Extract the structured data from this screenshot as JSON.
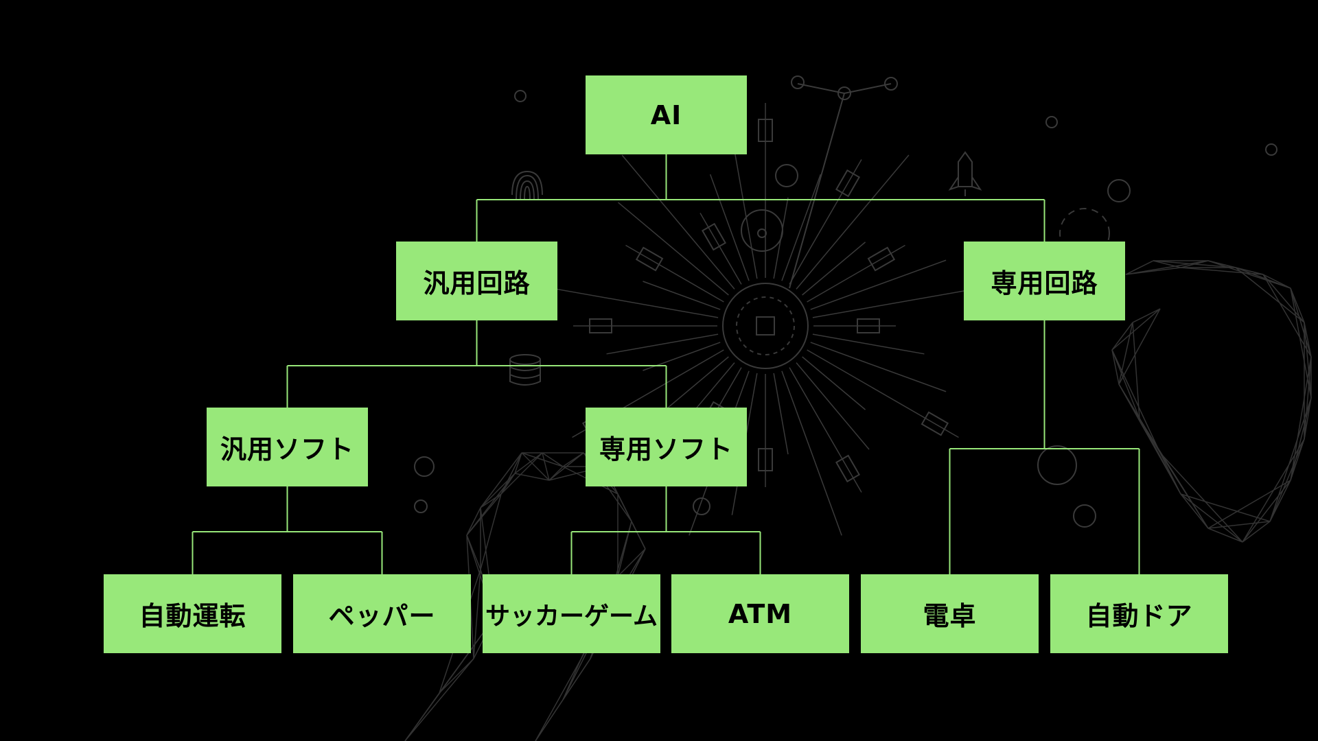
{
  "colors": {
    "background": "#000000",
    "node_fill": "#98e87a",
    "node_text": "#000000",
    "connector": "#98e87a",
    "decoration": "#3a3a3a"
  },
  "tree": {
    "root": {
      "label": "AI"
    },
    "level1": [
      {
        "id": "general-circuit",
        "label": "汎用回路"
      },
      {
        "id": "dedicated-circuit",
        "label": "専用回路"
      }
    ],
    "level2": [
      {
        "id": "general-software",
        "label": "汎用ソフト"
      },
      {
        "id": "dedicated-software",
        "label": "専用ソフト"
      }
    ],
    "leaves": [
      {
        "id": "autonomous-driving",
        "label": "自動運転"
      },
      {
        "id": "pepper",
        "label": "ペッパー"
      },
      {
        "id": "soccer-game",
        "label": "サッカーゲーム"
      },
      {
        "id": "atm",
        "label": "ATM"
      },
      {
        "id": "calculator",
        "label": "電卓"
      },
      {
        "id": "automatic-door",
        "label": "自動ドア"
      }
    ]
  },
  "edges": [
    [
      "root",
      "general-circuit"
    ],
    [
      "root",
      "dedicated-circuit"
    ],
    [
      "general-circuit",
      "general-software"
    ],
    [
      "general-circuit",
      "dedicated-software"
    ],
    [
      "general-software",
      "autonomous-driving"
    ],
    [
      "general-software",
      "pepper"
    ],
    [
      "dedicated-software",
      "soccer-game"
    ],
    [
      "dedicated-software",
      "atm"
    ],
    [
      "dedicated-circuit",
      "calculator"
    ],
    [
      "dedicated-circuit",
      "automatic-door"
    ]
  ],
  "background_decoration": [
    "circuit-network-illustration",
    "wireframe-hand-left",
    "wireframe-hand-right",
    "fingerprint-icon",
    "rocket-icon",
    "database-icon",
    "cpu-chip-icon"
  ]
}
